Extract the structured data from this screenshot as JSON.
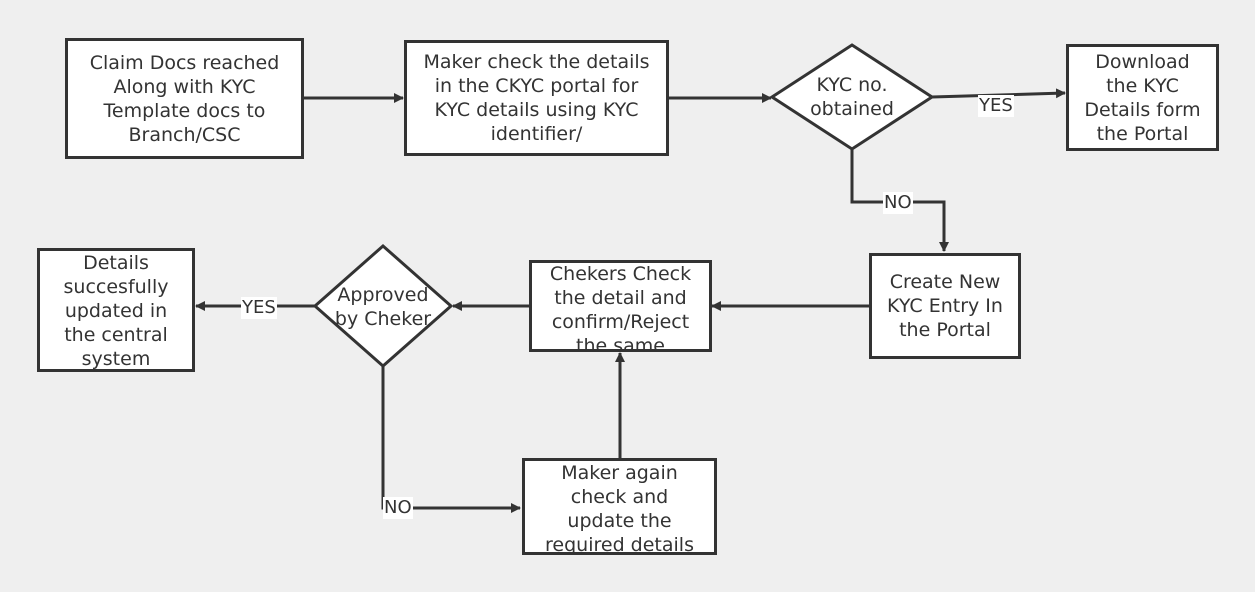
{
  "nodes": {
    "claim_docs": "Claim Docs reached Along with KYC Template docs to Branch/CSC",
    "maker_check": "Maker check the details in the CKYC portal for KYC details using KYC identifier/",
    "kyc_obtained": "KYC no. obtained",
    "download_kyc": "Download the KYC Details form the Portal",
    "create_new_kyc": "Create New KYC Entry In the Portal",
    "checkers_check": "Chekers Check the detail and confirm/Reject the same",
    "approved_by_checker": "Approved by Cheker",
    "details_updated": "Details succesfully updated in the central system",
    "maker_again": "Maker again check and update the required details"
  },
  "edge_labels": {
    "kyc_yes": "YES",
    "kyc_no": "NO",
    "approved_yes": "YES",
    "approved_no": "NO"
  },
  "colors": {
    "background": "#efefef",
    "shape_fill": "#ffffff",
    "stroke": "#333333"
  }
}
